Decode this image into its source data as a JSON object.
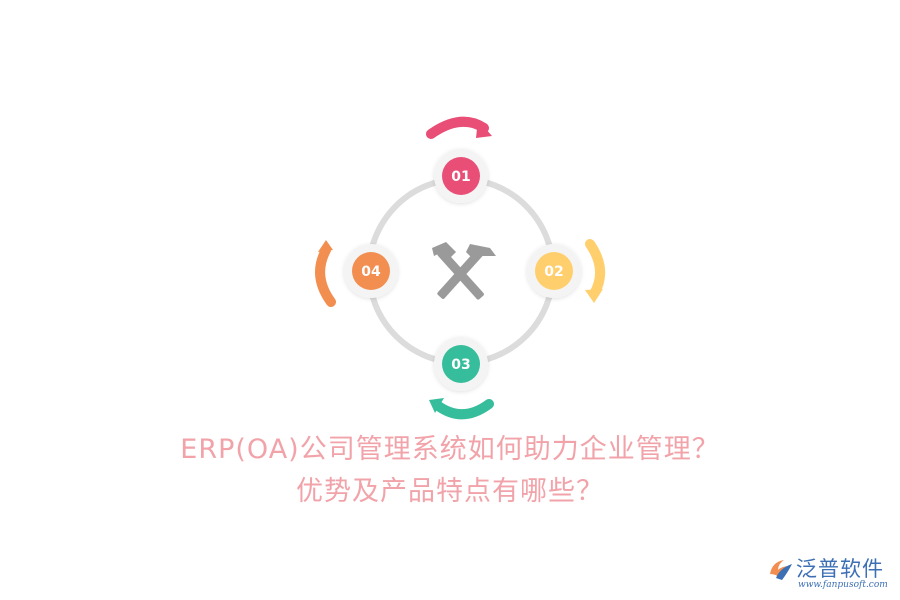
{
  "steps": [
    {
      "label": "01",
      "color": "#e94e77"
    },
    {
      "label": "02",
      "color": "#ffcf6e"
    },
    {
      "label": "03",
      "color": "#36bd9c"
    },
    {
      "label": "04",
      "color": "#f28e4f"
    }
  ],
  "center_icon": "hammer-wrench-icon",
  "title": {
    "line1": "ERP(OA)公司管理系统如何助力企业管理？",
    "line2": "优势及产品特点有哪些？"
  },
  "logo": {
    "name": "泛普软件",
    "url": "www.fanpusoft.com",
    "icon": "fanpu-logo-icon"
  }
}
